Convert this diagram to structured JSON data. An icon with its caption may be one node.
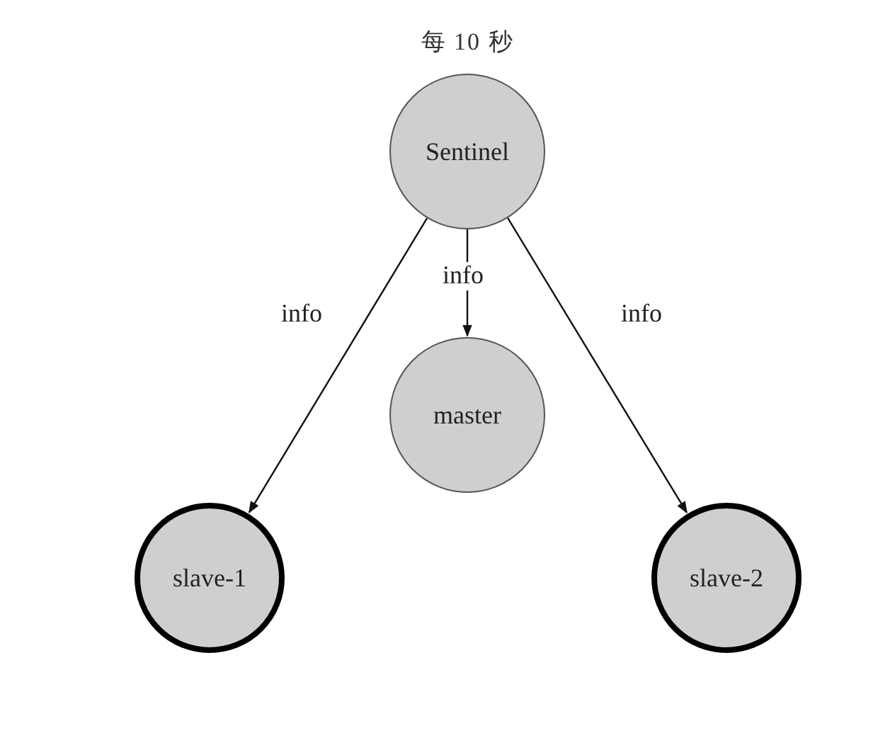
{
  "diagram": {
    "title": "每 10 秒",
    "nodes": [
      {
        "text": [
          "Sentinel"
        ]
      },
      {
        "text": [
          "master"
        ]
      },
      {
        "text": [
          "slave-1"
        ]
      },
      {
        "text": [
          "slave-2"
        ]
      }
    ],
    "edges": [
      {
        "from": 0,
        "to": 2,
        "arrow": "to",
        "label": "info"
      },
      {
        "from": 0,
        "to": 1,
        "arrow": "to",
        "label": "info"
      },
      {
        "from": 0,
        "to": 3,
        "arrow": "to",
        "label": "info"
      }
    ]
  }
}
